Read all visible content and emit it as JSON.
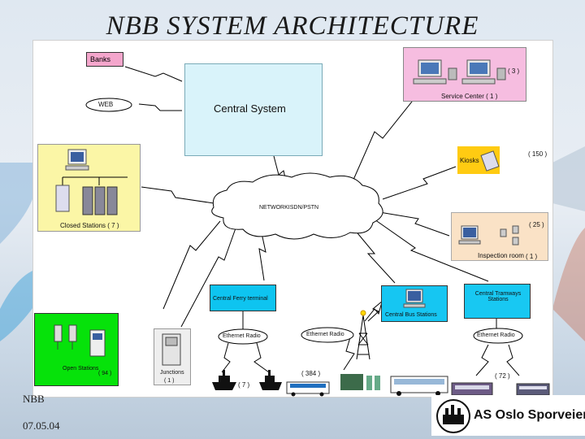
{
  "title": "NBB  SYSTEM  ARCHITECTURE",
  "footer": {
    "left_top": "NBB",
    "date": "07.05.04",
    "logo_text": "AS Oslo Sporveier"
  },
  "nodes": {
    "banks": "Banks",
    "web": "WEB",
    "central": "Central System",
    "service_center": "Service Center ( 1 )",
    "service_count": "( 3 )",
    "closed_stations": "Closed Stations ( 7 )",
    "kiosks": "Kiosks",
    "kiosks_count": "( 150 )",
    "network": "NETWORKISDN/PSTN",
    "inspection": "Inspection room",
    "inspection_count_top": "( 25 )",
    "inspection_count_bottom": "( 1 )",
    "ferry": "Central Ferry terminal",
    "bus": "Central Bus Stations",
    "tram": "Central Tramways Stations",
    "open_stations": "Open Stations",
    "open_count": "( 94 )",
    "junctions": "Junctions",
    "junctions_count": "( 1 )",
    "radio1": "Ethernet Radio",
    "radio2": "Ethernet Radio",
    "radio3": "Ethernet Radio",
    "count_ships": "( 7 )",
    "count_buses": "( 384 )",
    "count_trams": "( 72 )"
  },
  "colors": {
    "banks": "#f4a6cc",
    "central": "#d9f3fa",
    "service": "#f6bde0",
    "closed": "#fbf6a6",
    "kiosks": "#ffcb12",
    "inspect": "#fae2c6",
    "terminals": "#0ec4f0",
    "open": "#06e20a"
  }
}
